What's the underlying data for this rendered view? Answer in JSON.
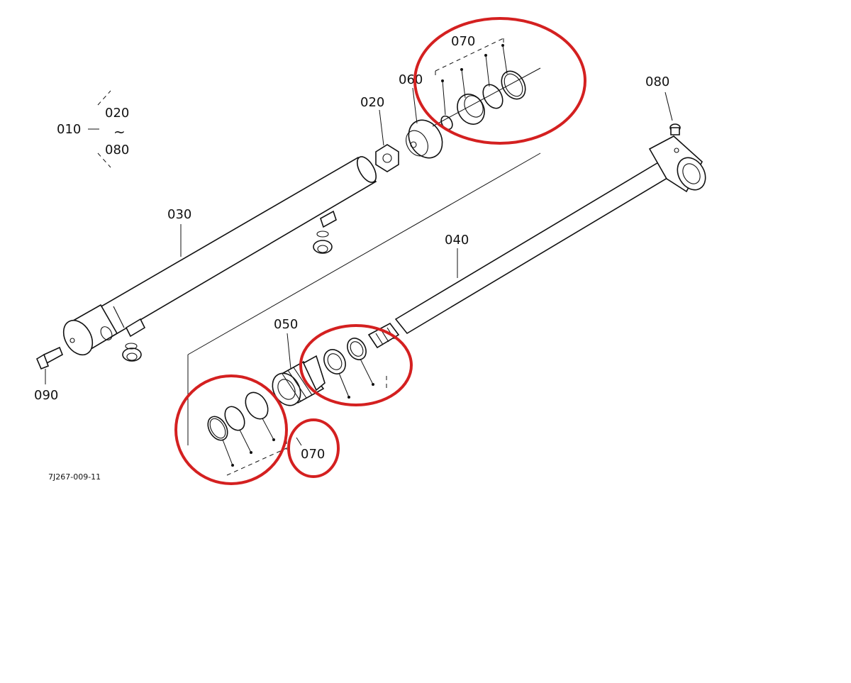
{
  "diagram": {
    "drawing_code": "7J267-009-11",
    "labels": {
      "range_from": "010",
      "range_start": "020",
      "range_tilde": "~",
      "range_end": "080",
      "p020": "020",
      "p030": "030",
      "p040": "040",
      "p050": "050",
      "p060": "060",
      "p070_top": "070",
      "p070_bottom": "070",
      "p080": "080",
      "p090": "090"
    },
    "highlight_color": "#d42020"
  }
}
